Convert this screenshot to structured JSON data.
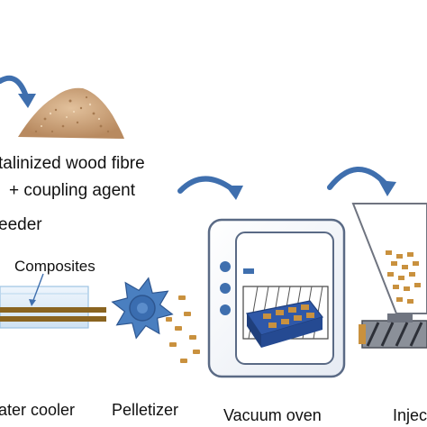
{
  "labels": {
    "wood_fibre_line1": "talinized wood fibre",
    "wood_fibre_line2": "+ coupling agent",
    "feeder": "eeder",
    "composites": "Composites",
    "water_cooler": "ater cooler",
    "pelletizer": "Pelletizer",
    "vacuum_oven": "Vacuum oven",
    "injection": "Injec"
  },
  "colors": {
    "arrow": "#3f6fae",
    "arrow_dark": "#2d5690",
    "wood_fibre": "#c9a27c",
    "strand": "#8a6420",
    "cooler_fill": "#dbe9f6",
    "cooler_edge": "#9dc3e3",
    "pelletizer": "#4a7fc0",
    "oven_frame": "#5a6a85",
    "tray": "#2f58a8",
    "pellet": "#9a6a24",
    "injection_grey": "#6f7480"
  }
}
